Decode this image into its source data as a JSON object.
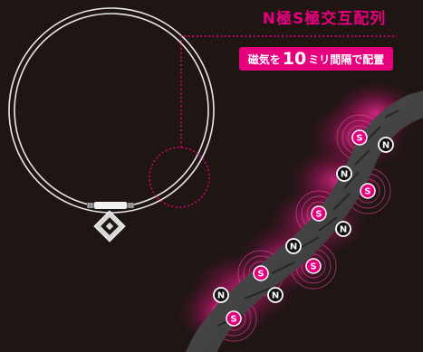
{
  "title": "N極S極交互配列",
  "badge": {
    "prefix": "磁気を",
    "number": "10",
    "suffix": "ミリ間隔で配置"
  },
  "magnets": [
    "S",
    "N",
    "N",
    "S",
    "S",
    "N",
    "N",
    "S",
    "S",
    "N",
    "N",
    "S"
  ],
  "colors": {
    "accent": "#e6007e",
    "background": "#1f1614",
    "strap": "#4a4a4a",
    "n_pole": "#111111"
  }
}
